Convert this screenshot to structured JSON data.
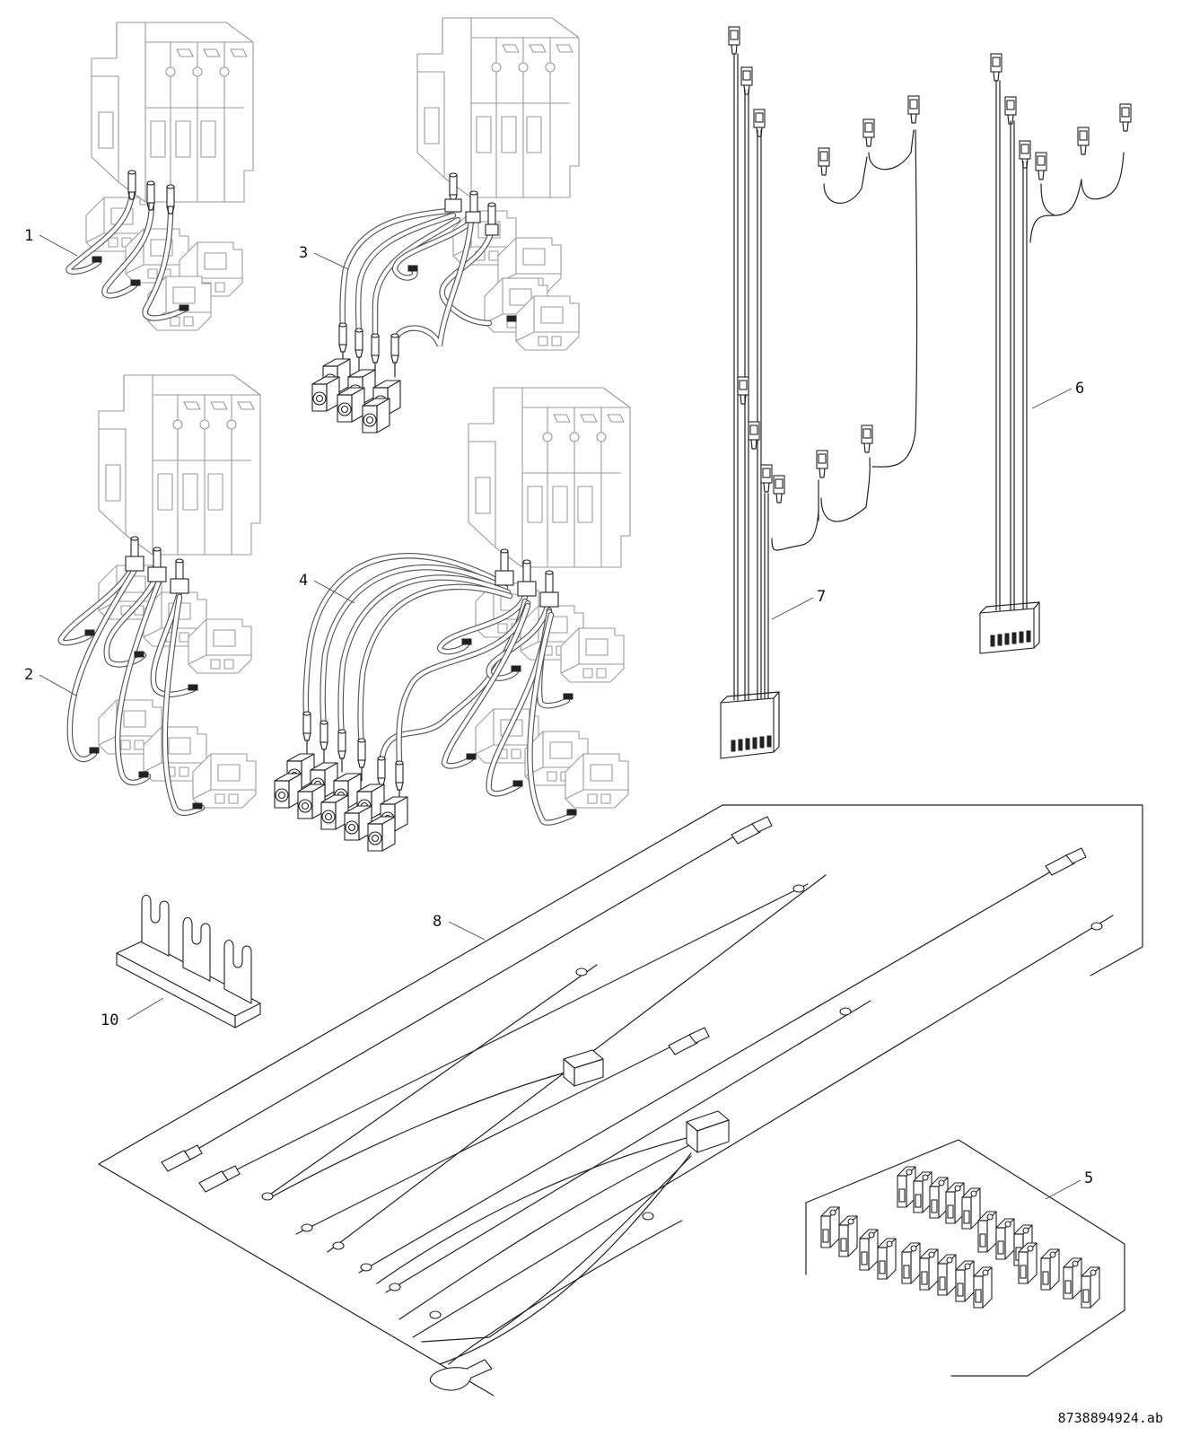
{
  "callouts": {
    "c1": "1",
    "c2": "2",
    "c3": "3",
    "c4": "4",
    "c5": "5",
    "c6": "6",
    "c7": "7",
    "c8": "8",
    "c10": "10"
  },
  "document_number": "8738894924.ab"
}
